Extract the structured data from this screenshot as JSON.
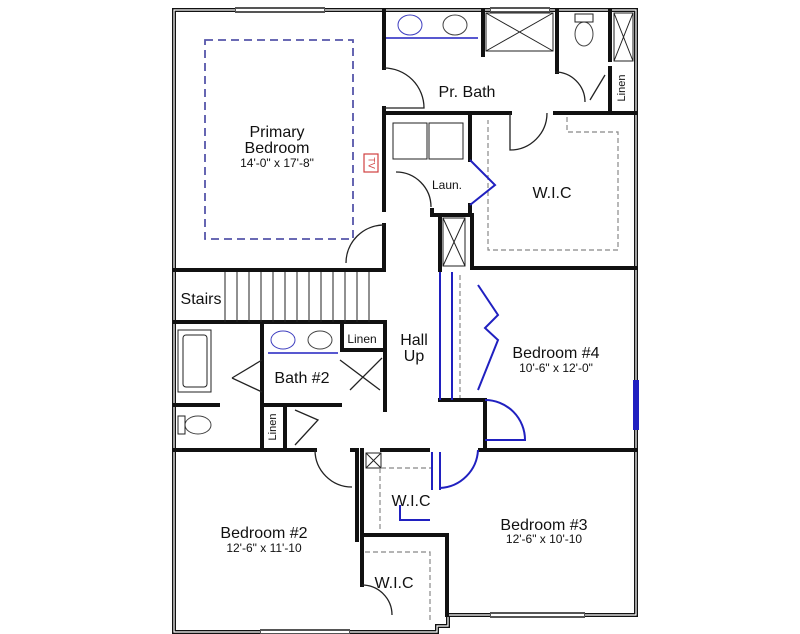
{
  "plan": {
    "rooms": {
      "primary_bedroom": {
        "name_line1": "Primary",
        "name_line2": "Bedroom",
        "dims": "14'-0\" x 17'-8\""
      },
      "primary_bath": {
        "name": "Pr. Bath"
      },
      "laundry": {
        "name": "Laun."
      },
      "primary_wic": {
        "name": "W.I.C"
      },
      "stairs": {
        "name": "Stairs"
      },
      "hall": {
        "name_line1": "Hall",
        "name_line2": "Up"
      },
      "bath2": {
        "name": "Bath #2"
      },
      "linen_bath2": {
        "name": "Linen"
      },
      "linen_hall": {
        "name": "Linen"
      },
      "linen_primary": {
        "name": "Linen"
      },
      "bedroom4": {
        "name": "Bedroom #4",
        "dims": "10'-6\" x 12'-0\""
      },
      "bedroom3_wic": {
        "name": "W.I.C"
      },
      "bedroom2": {
        "name": "Bedroom #2",
        "dims": "12'-6\" x 11'-10"
      },
      "bedroom3": {
        "name": "Bedroom #3",
        "dims": "12'-6\" x 10'-10"
      },
      "bedroom2_wic": {
        "name": "W.I.C"
      }
    },
    "tv_marker": "TV",
    "colors": {
      "walls": "#111111",
      "closet_doors": "#2020c0",
      "tv_marker": "#d04040"
    }
  }
}
